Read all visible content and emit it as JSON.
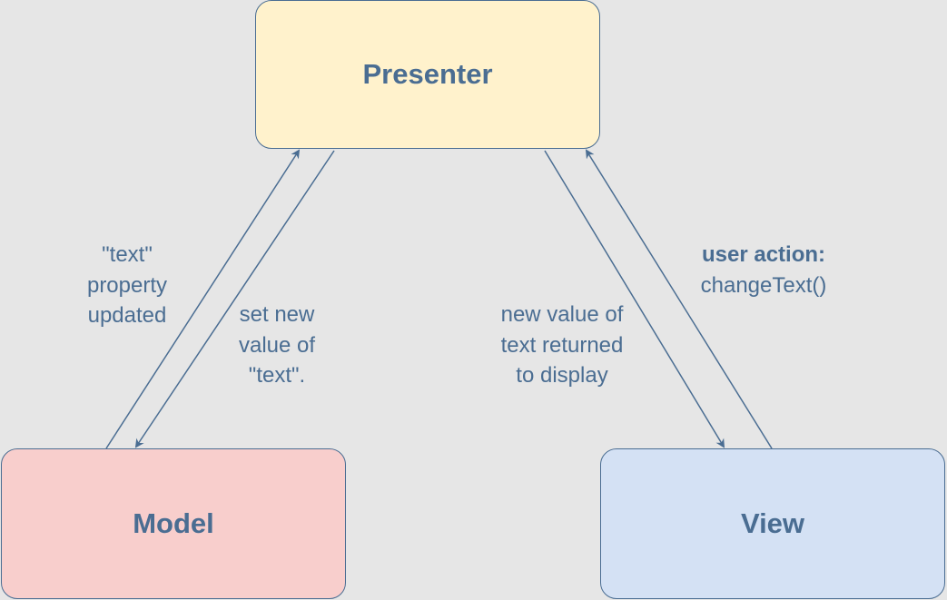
{
  "colors": {
    "background": "#e6e6e6",
    "stroke": "#4a6d92",
    "presenter_fill": "#fff2cc",
    "model_fill": "#f8cecc",
    "view_fill": "#d4e1f4"
  },
  "nodes": {
    "presenter": "Presenter",
    "model": "Model",
    "view": "View"
  },
  "edges": {
    "model_to_presenter": {
      "lines": [
        "\"text\"",
        "property",
        "updated"
      ]
    },
    "presenter_to_model": {
      "lines": [
        "set new",
        "value of",
        "\"text\"."
      ]
    },
    "presenter_to_view": {
      "lines": [
        "new value of",
        "text returned",
        "to display"
      ]
    },
    "view_to_presenter": {
      "title": "user action:",
      "method": "changeText()"
    }
  }
}
